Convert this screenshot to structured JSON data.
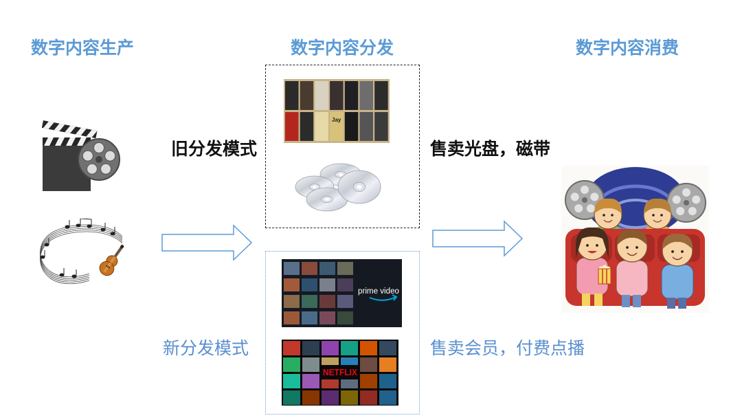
{
  "stages": {
    "production": "数字内容生产",
    "distribution": "数字内容分发",
    "consumption": "数字内容消费"
  },
  "old_distribution": {
    "label": "旧分发模式",
    "revenue": "售卖光盘，磁带"
  },
  "new_distribution": {
    "label": "新分发模式",
    "revenue": "售卖会员，付费点播"
  },
  "logos": {
    "cassette_artist": "Jay",
    "prime_video": "prime video",
    "netflix": "NETFLIX"
  },
  "icons": {
    "production": [
      "clapperboard-icon",
      "music-score-violin-icon"
    ],
    "old_distribution": [
      "cassette-tapes-image",
      "cd-discs-image"
    ],
    "new_distribution": [
      "prime-video-image",
      "netflix-image"
    ],
    "consumption": [
      "cinema-audience-image"
    ],
    "flow": [
      "right-arrow-icon",
      "right-arrow-icon"
    ]
  },
  "colors": {
    "stage_title": "#5b9bd5",
    "old_label": "#111111",
    "new_label": "#5b8fcf",
    "arrow_outline": "#5b9bd5",
    "old_box_border": "#222222",
    "new_box_border": "#6a9bd3",
    "netflix_red": "#e50914",
    "prime_blue": "#00a8e1"
  }
}
